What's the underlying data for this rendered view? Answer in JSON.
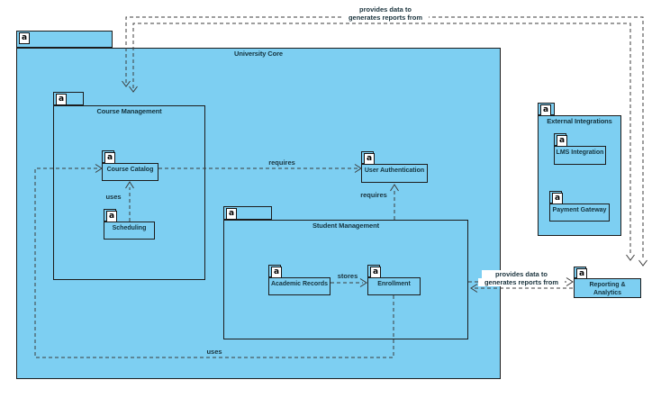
{
  "badge_letter": "a",
  "colors": {
    "node_fill": "#7dcff2",
    "node_border": "#1c1c1c",
    "connector": "#3c3c3c",
    "label": "#14323d"
  },
  "nodes": {
    "university_core": {
      "type": "package",
      "label": "University Core"
    },
    "course_management": {
      "type": "package",
      "label": "Course Management"
    },
    "student_management": {
      "type": "package",
      "label": "Student Management"
    },
    "external_integrations": {
      "type": "package",
      "label": "External Integrations"
    },
    "course_catalog": {
      "type": "component",
      "label": "Course Catalog"
    },
    "scheduling": {
      "type": "component",
      "label": "Scheduling"
    },
    "user_authentication": {
      "type": "component",
      "label": "User Authentication"
    },
    "academic_records": {
      "type": "component",
      "label": "Academic Records"
    },
    "enrollment": {
      "type": "component",
      "label": "Enrollment"
    },
    "lms_integration": {
      "type": "component",
      "label": "LMS Integration"
    },
    "payment_gateway": {
      "type": "component",
      "label": "Payment Gateway"
    },
    "reporting_analytics": {
      "type": "component",
      "label_line1": "Reporting &",
      "label_line2": "Analytics"
    }
  },
  "connectors": {
    "top_provides": {
      "label": "provides data to"
    },
    "top_generates": {
      "label": "generates reports from"
    },
    "catalog_requires_auth": {
      "label": "requires"
    },
    "student_requires_auth": {
      "label": "requires"
    },
    "scheduling_uses_catalog": {
      "label": "uses"
    },
    "records_stores_enrollment": {
      "label": "stores"
    },
    "enrollment_uses_catalog": {
      "label": "uses"
    },
    "right_provides": {
      "label": "provides data to"
    },
    "right_generates": {
      "label": "generates reports from"
    }
  }
}
